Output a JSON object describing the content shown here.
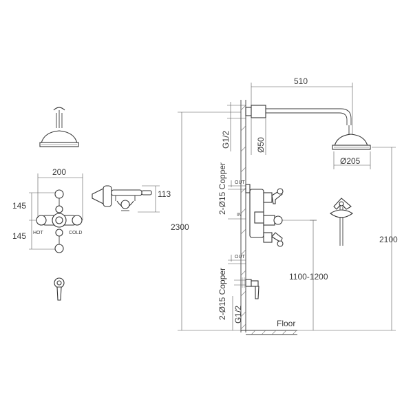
{
  "dimensions": {
    "top_width": "510",
    "thread_top": "G1/2",
    "arm_diameter": "Ø50",
    "head_diameter": "Ø205",
    "total_height": "2300",
    "head_height": "2100",
    "valve_height": "1100-1200",
    "valve_width": "200",
    "upper_offset": "145",
    "lower_offset": "145",
    "handset_height": "113",
    "copper_upper": "2-Ø15 Copper",
    "copper_lower": "2-Ø15 Copper",
    "thread_bottom": "G1/2"
  },
  "labels": {
    "out_top": "OUT",
    "in": "IN",
    "out_bottom": "OUT",
    "hot": "HOT",
    "cold": "COLD",
    "floor": "Floor"
  },
  "icons": [
    "shower-head-icon",
    "valve-icon",
    "handset-icon",
    "diverter-icon"
  ]
}
